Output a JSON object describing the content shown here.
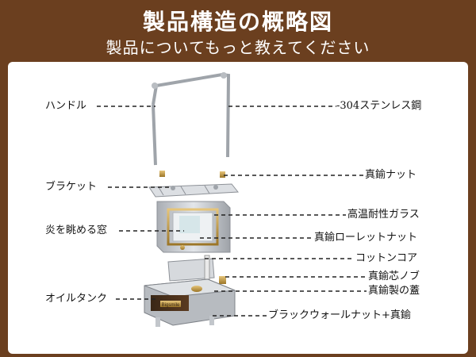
{
  "header": {
    "title": "製品構造の概略図",
    "subtitle": "製品についてもっと教えてください"
  },
  "product_logo": "Bigsmile",
  "labels": {
    "handle": "ハンドル",
    "stainless": "-304ステンレス鋼",
    "brass_nut": "真鍮ナット",
    "bracket": "ブラケット",
    "glass": "高温耐性ガラス",
    "flame_window": "炎を眺める窓",
    "knurled_nut": "真鍮ローレットナット",
    "cotton_core": "コットンコア",
    "brass_knob": "真鍮芯ノブ",
    "brass_lid": "真鍮製の蓋",
    "oil_tank": "オイルタンク",
    "black_nut": "ブラックウォールナット+真鍮"
  },
  "colors": {
    "header_bg": "#6b3f1f",
    "panel_bg": "#ffffff",
    "steel": "#c9ccd1",
    "brass": "#c8a04a",
    "glass": "#e8ecef",
    "dash": "#222222"
  }
}
